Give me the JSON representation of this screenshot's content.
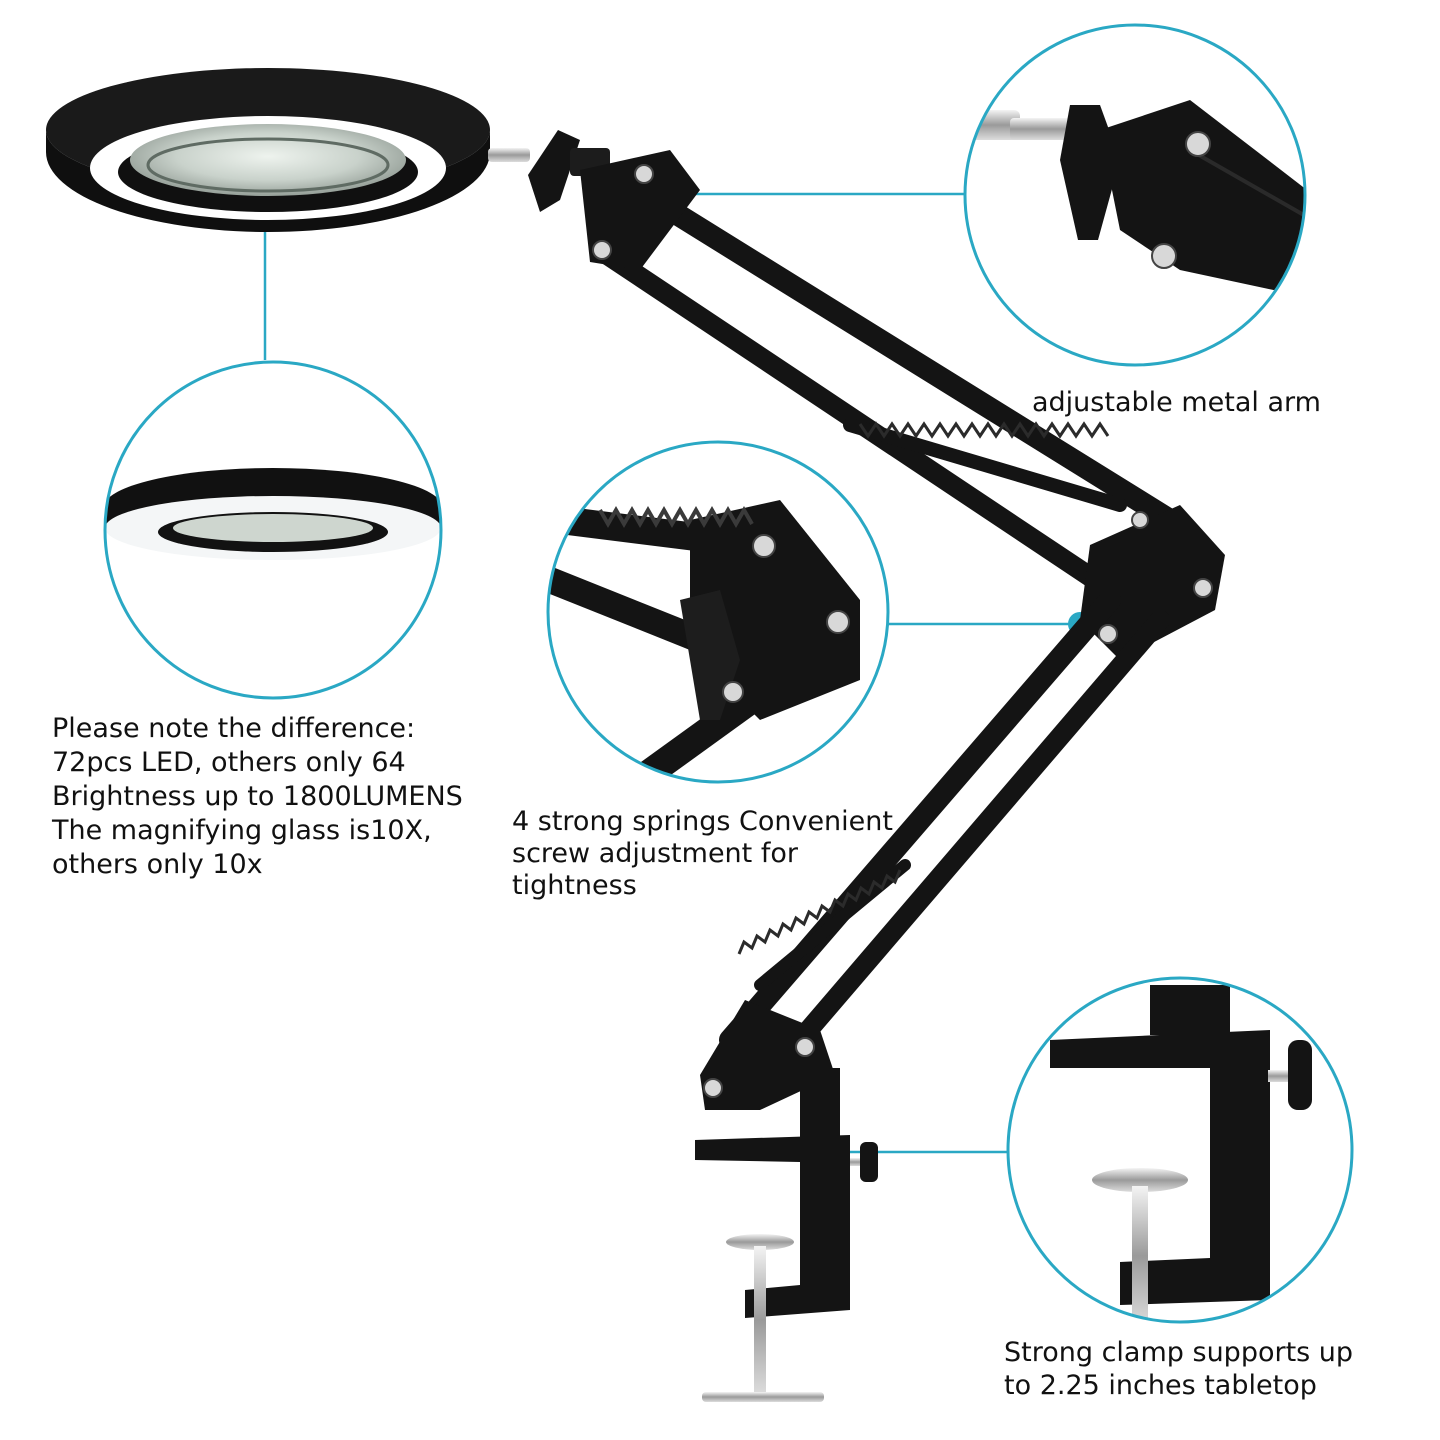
{
  "colors": {
    "accent": "#2aa8c4",
    "lamp_body": "#111111",
    "background": "#ffffff"
  },
  "captions": {
    "arm": [
      "adjustable metal arm"
    ],
    "ring_light": [
      "Please note the difference:",
      "72pcs LED, others only 64",
      "Brightness up to 1800LUMENS",
      "The magnifying glass is10X,",
      "others only 10x"
    ],
    "springs": [
      "4 strong springs Convenient",
      "screw adjustment for",
      "tightness"
    ],
    "clamp": [
      "Strong clamp supports up",
      "to 2.25 inches tabletop"
    ]
  }
}
